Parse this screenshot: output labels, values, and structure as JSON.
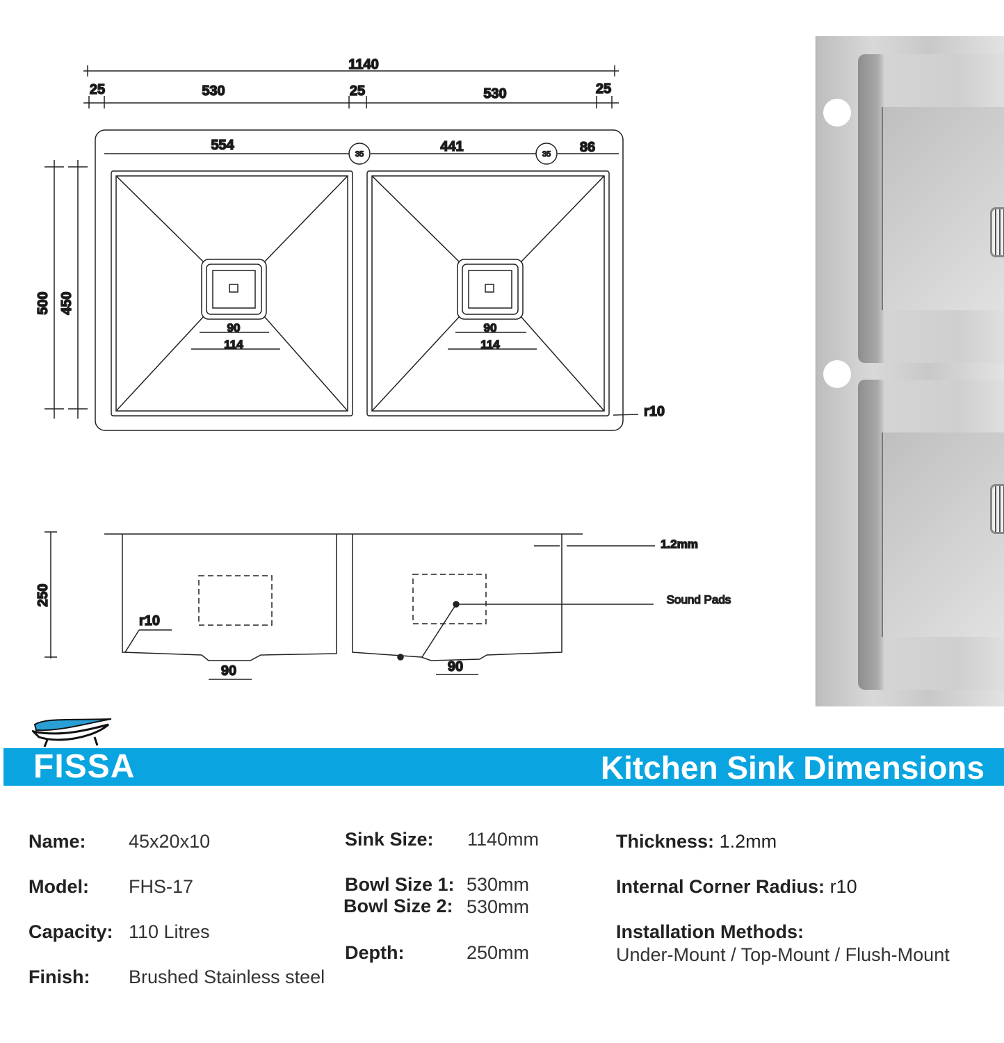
{
  "brand": {
    "name": "FISSA",
    "colors": {
      "band": "#0aa5e0",
      "text": "#ffffff"
    }
  },
  "header": {
    "title": "Kitchen Sink Dimensions"
  },
  "drawing": {
    "top_view": {
      "overall": "1140",
      "left_margin": "25",
      "bowl1": "530",
      "middle": "25",
      "bowl2": "530",
      "right_margin": "25",
      "dim_554": "554",
      "dim_441": "441",
      "dim_86": "86",
      "tap_hole1": "35",
      "tap_hole2": "35",
      "depth_outer": "500",
      "depth_inner": "450",
      "drain_inner": "90",
      "drain_outer": "114",
      "drain_inner_2": "90",
      "drain_outer_2": "114",
      "corner_radius": "r10"
    },
    "side_view": {
      "height": "250",
      "corner_radius": "r10",
      "drain_1": "90",
      "drain_2": "90",
      "thickness": "1.2mm",
      "sound_pads": "Sound Pads"
    }
  },
  "specs": {
    "col1": [
      {
        "label": "Name:",
        "value": "45x20x10"
      },
      {
        "label": "Model:",
        "value": "FHS-17"
      },
      {
        "label": "Capacity:",
        "value": "110 Litres"
      },
      {
        "label": "Finish:",
        "value": "Brushed Stainless steel"
      }
    ],
    "col2": [
      {
        "label": "Sink Size:",
        "value": "1140mm"
      },
      {
        "label": "Bowl Size 1:",
        "value": "530mm"
      },
      {
        "label": "Bowl Size 2:",
        "value": "530mm"
      },
      {
        "label": "Depth:",
        "value": "250mm"
      }
    ],
    "col3": [
      {
        "label": "Thickness:",
        "value": "1.2mm"
      },
      {
        "label": "Internal Corner Radius:",
        "value": "r10"
      },
      {
        "label": "Installation Methods:",
        "value": "Under-Mount / Top-Mount / Flush-Mount"
      }
    ]
  }
}
